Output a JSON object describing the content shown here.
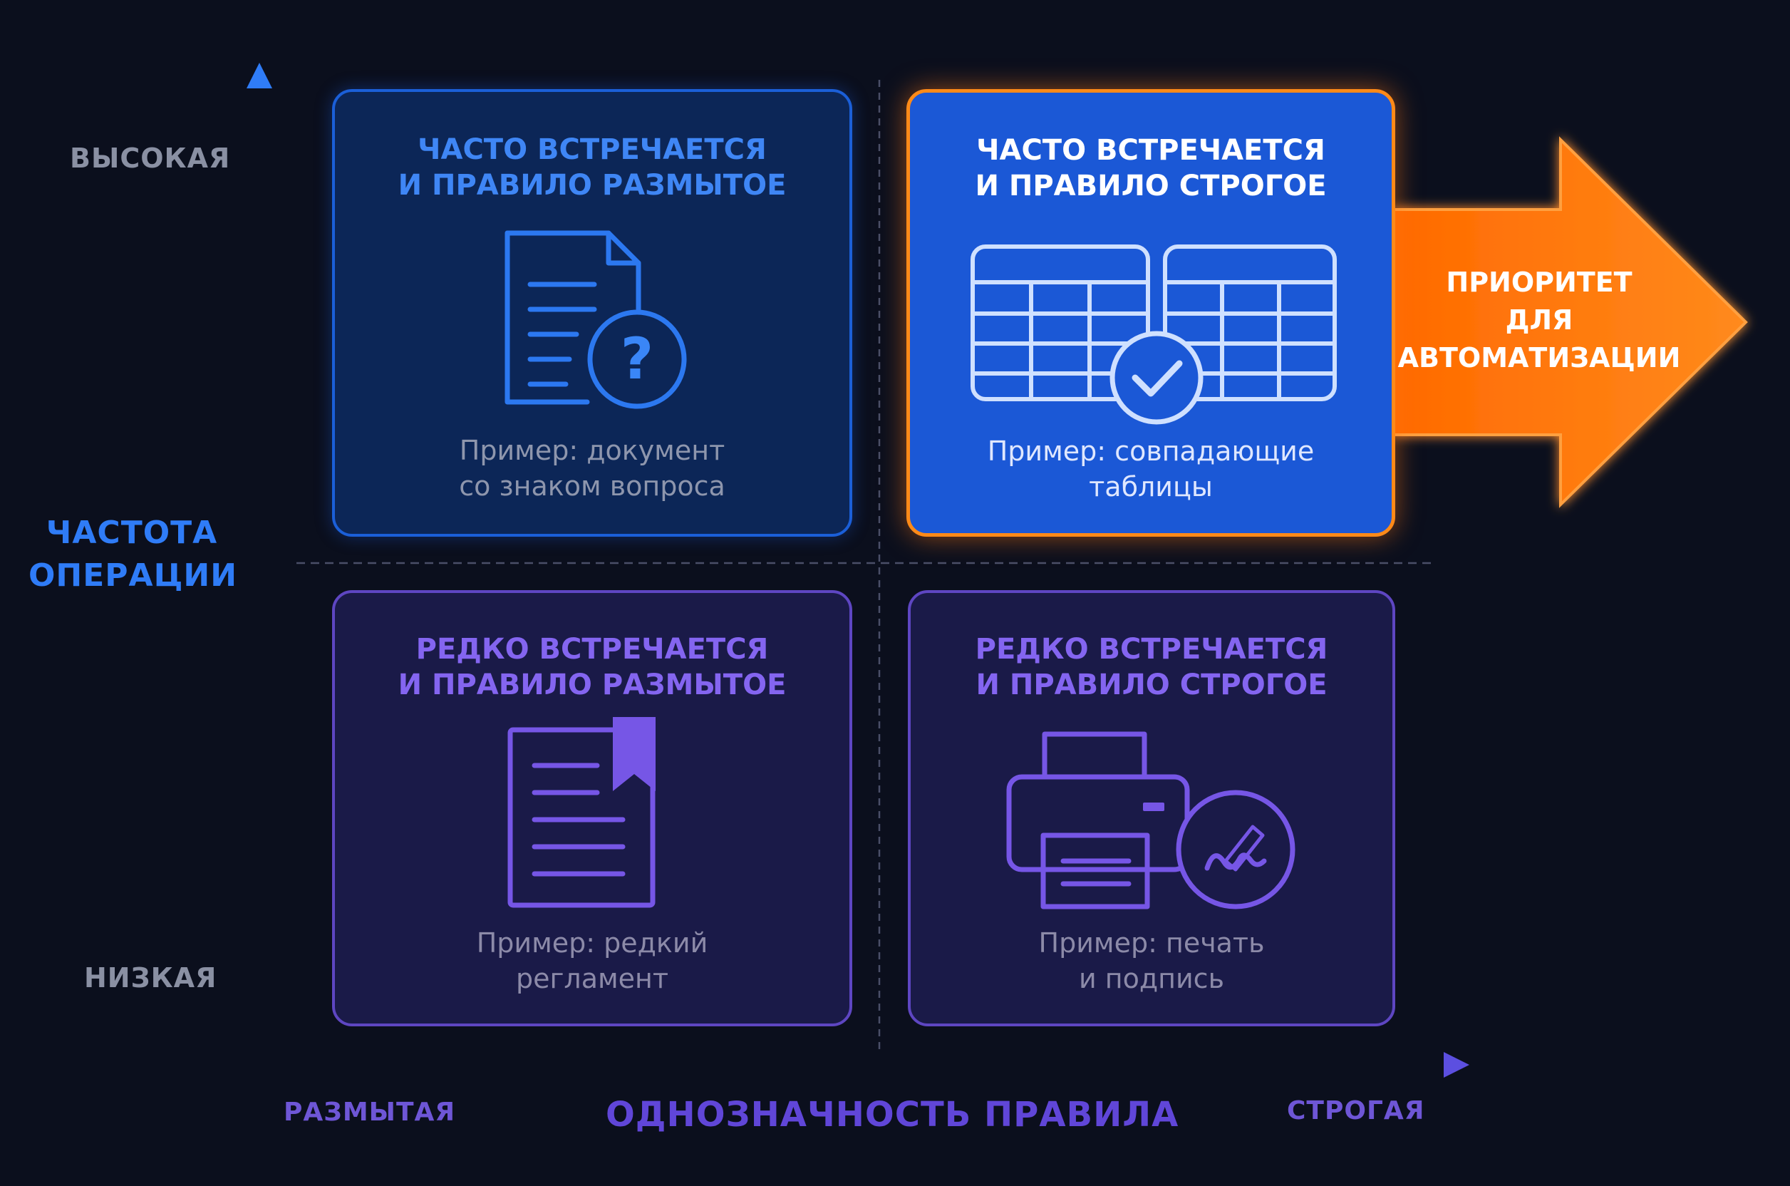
{
  "y_axis": {
    "title_line1": "ЧАСТОТА",
    "title_line2": "ОПЕРАЦИИ",
    "high_label": "ВЫСОКАЯ",
    "low_label": "НИЗКАЯ"
  },
  "x_axis": {
    "title": "ОДНОЗНАЧНОСТЬ ПРАВИЛА",
    "low_label": "РАЗМЫТАЯ",
    "high_label": "СТРОГАЯ"
  },
  "quadrants": {
    "top_left": {
      "title_line1": "ЧАСТО ВСТРЕЧАЕТСЯ",
      "title_line2": "И ПРАВИЛО РАЗМЫТОЕ",
      "example_line1": "Пример: документ",
      "example_line2": "со знаком вопроса",
      "icon": "document-question-icon"
    },
    "top_right": {
      "title_line1": "ЧАСТО ВСТРЕЧАЕТСЯ",
      "title_line2": "И ПРАВИЛО СТРОГОЕ",
      "example_line1": "Пример: совпадающие",
      "example_line2": "таблицы",
      "icon": "matching-tables-check-icon"
    },
    "bottom_left": {
      "title_line1": "РЕДКО ВСТРЕЧАЕТСЯ",
      "title_line2": "И ПРАВИЛО РАЗМЫТОЕ",
      "example_line1": "Пример: редкий",
      "example_line2": "регламент",
      "icon": "document-bookmark-icon"
    },
    "bottom_right": {
      "title_line1": "РЕДКО ВСТРЕЧАЕТСЯ",
      "title_line2": "И ПРАВИЛО СТРОГОЕ",
      "example_line1": "Пример: печать",
      "example_line2": "и подпись",
      "icon": "printer-signature-icon"
    }
  },
  "priority_arrow": {
    "line1": "ПРИОРИТЕТ",
    "line2": "ДЛЯ",
    "line3": "АВТОМАТИЗАЦИИ"
  },
  "colors": {
    "background": "#0b0f1d",
    "axis_blue": "#2f7cf7",
    "axis_purple": "#6046d8",
    "highlight_orange": "#ff7a10",
    "card_blue": "#1b58d6"
  }
}
